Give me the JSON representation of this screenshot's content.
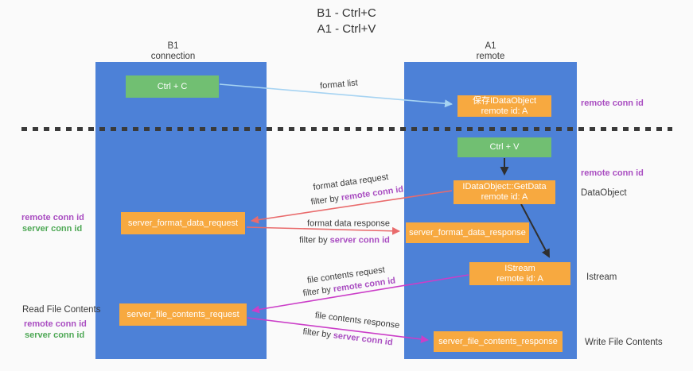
{
  "title": {
    "line1": "B1 - Ctrl+C",
    "line2": "A1 - Ctrl+V"
  },
  "columns": {
    "left": {
      "name": "B1",
      "label": "connection"
    },
    "right": {
      "name": "A1",
      "label": "remote"
    }
  },
  "boxes": {
    "ctrl_c": "Ctrl + C",
    "save_idataobject": {
      "line1": "保存IDataObject",
      "line2": "remote id: A"
    },
    "ctrl_v": "Ctrl + V",
    "getdata": {
      "line1": "IDataObject::GetData",
      "line2": "remote id: A"
    },
    "format_request": "server_format_data_request",
    "format_response": "server_format_data_response",
    "istream": {
      "line1": "IStream",
      "line2": "remote id: A"
    },
    "file_request": "server_file_contents_request",
    "file_response": "server_file_contents_response"
  },
  "arrow_labels": {
    "format_list": "format list",
    "format_request": "format data request",
    "format_response": "format data response",
    "file_request": "file contents request",
    "file_response": "file contents response",
    "filter_by": "filter by "
  },
  "shared": {
    "remote_conn_id": "remote conn id",
    "server_conn_id": "server conn id"
  },
  "side_labels": {
    "dataobject": "DataObject",
    "istream": "Istream",
    "read_file": "Read File Contents",
    "write_file": "Write File Contents"
  },
  "colors": {
    "lifeline_blue": "#4d81d7",
    "box_orange": "#f7a940",
    "box_green": "#71bf72",
    "purple_id": "#a94dc1",
    "green_id": "#4ea855",
    "arrow_red": "#e96b6c",
    "arrow_magenta": "#cb3ec8",
    "arrow_lightblue": "#a6d3f2",
    "arrow_black": "#2f2f2f"
  }
}
